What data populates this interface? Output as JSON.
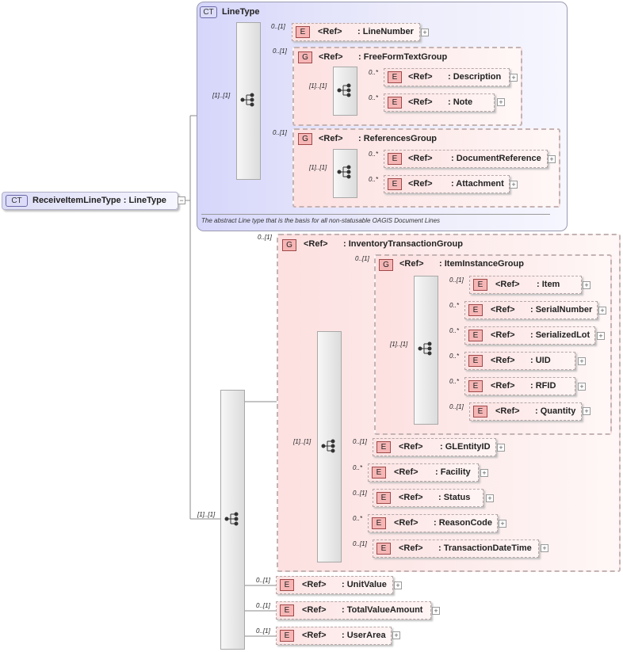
{
  "diagram": {
    "root": {
      "badge": "CT",
      "label": "ReceiveItemLineType : LineType"
    },
    "complex_type": {
      "badge": "CT",
      "title": "LineType",
      "doc": "The abstract Line type that is the basis for all non-statusable OAGIS Document Lines",
      "seq_card": "[1]..[1]",
      "line_number": {
        "card": "0..[1]",
        "badge": "E",
        "ref": "<Ref>",
        "name": ": LineNumber"
      },
      "free_form_group": {
        "card": "0..[1]",
        "badge": "G",
        "ref": "<Ref>",
        "name": ": FreeFormTextGroup",
        "seq_card": "[1]..[1]",
        "items": [
          {
            "card": "0..*",
            "badge": "E",
            "ref": "<Ref>",
            "name": ": Description"
          },
          {
            "card": "0..*",
            "badge": "E",
            "ref": "<Ref>",
            "name": ": Note"
          }
        ]
      },
      "references_group": {
        "card": "0..[1]",
        "badge": "G",
        "ref": "<Ref>",
        "name": ": ReferencesGroup",
        "seq_card": "[1]..[1]",
        "items": [
          {
            "card": "0..*",
            "badge": "E",
            "ref": "<Ref>",
            "name": ": DocumentReference"
          },
          {
            "card": "0..*",
            "badge": "E",
            "ref": "<Ref>",
            "name": ": Attachment"
          }
        ]
      }
    },
    "main_seq_card": "[1]..[1]",
    "inventory_group": {
      "card": "0..[1]",
      "badge": "G",
      "ref": "<Ref>",
      "name": ": InventoryTransactionGroup",
      "seq_card": "[1]..[1]",
      "item_instance_group": {
        "card": "0..[1]",
        "badge": "G",
        "ref": "<Ref>",
        "name": ": ItemInstanceGroup",
        "seq_card": "[1]..[1]",
        "items": [
          {
            "card": "0..[1]",
            "badge": "E",
            "ref": "<Ref>",
            "name": ": Item"
          },
          {
            "card": "0..*",
            "badge": "E",
            "ref": "<Ref>",
            "name": ": SerialNumber"
          },
          {
            "card": "0..*",
            "badge": "E",
            "ref": "<Ref>",
            "name": ": SerializedLot"
          },
          {
            "card": "0..*",
            "badge": "E",
            "ref": "<Ref>",
            "name": ": UID"
          },
          {
            "card": "0..*",
            "badge": "E",
            "ref": "<Ref>",
            "name": ": RFID"
          },
          {
            "card": "0..[1]",
            "badge": "E",
            "ref": "<Ref>",
            "name": ": Quantity"
          }
        ]
      },
      "items": [
        {
          "card": "0..[1]",
          "badge": "E",
          "ref": "<Ref>",
          "name": ": GLEntityID"
        },
        {
          "card": "0..*",
          "badge": "E",
          "ref": "<Ref>",
          "name": ": Facility"
        },
        {
          "card": "0..[1]",
          "badge": "E",
          "ref": "<Ref>",
          "name": ": Status"
        },
        {
          "card": "0..*",
          "badge": "E",
          "ref": "<Ref>",
          "name": ": ReasonCode"
        },
        {
          "card": "0..[1]",
          "badge": "E",
          "ref": "<Ref>",
          "name": ": TransactionDateTime"
        }
      ]
    },
    "tail_items": [
      {
        "card": "0..[1]",
        "badge": "E",
        "ref": "<Ref>",
        "name": ": UnitValue"
      },
      {
        "card": "0..[1]",
        "badge": "E",
        "ref": "<Ref>",
        "name": ": TotalValueAmount"
      },
      {
        "card": "0..[1]",
        "badge": "E",
        "ref": "<Ref>",
        "name": ": UserArea"
      }
    ],
    "expand_symbol": "+",
    "collapse_symbol": "−"
  }
}
